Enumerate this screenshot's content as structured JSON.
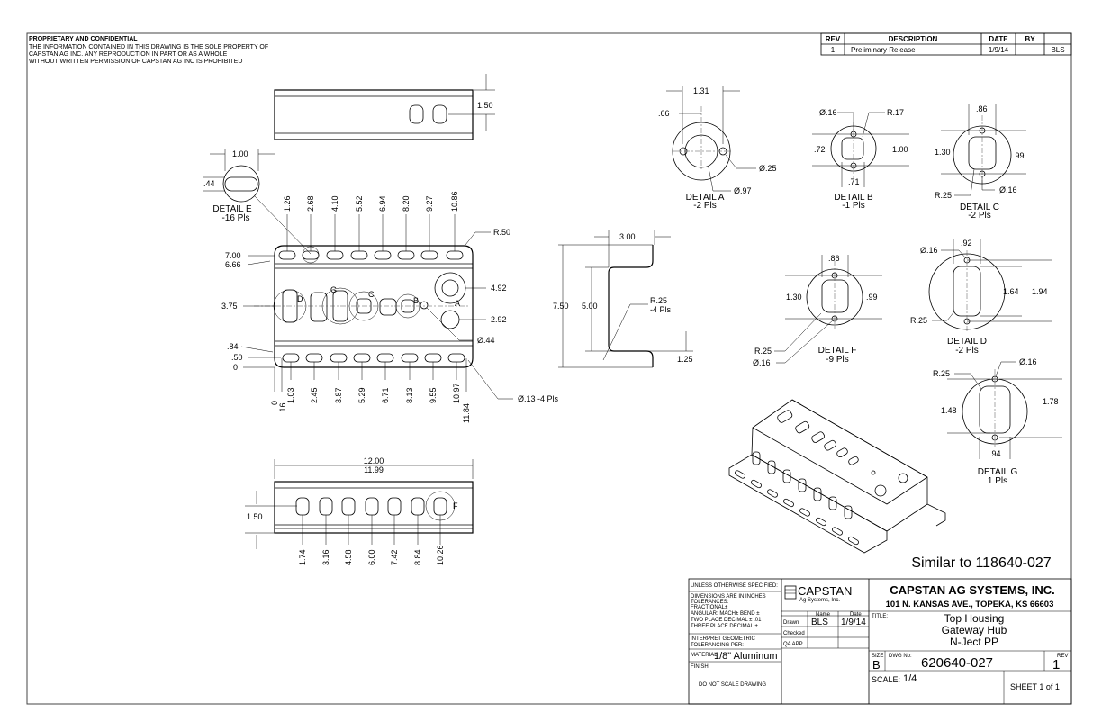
{
  "notice": {
    "heading": "PROPRIETARY AND CONFIDENTIAL",
    "lines": [
      "THE INFORMATION CONTAINED IN THIS DRAWING IS THE SOLE PROPERTY OF",
      "CAPSTAN AG INC. ANY REPRODUCTION IN PART OR AS A WHOLE",
      "WITHOUT WRITTEN PERMISSION OF CAPSTAN AG INC IS PROHIBITED"
    ]
  },
  "revision_table": {
    "headers": [
      "REV",
      "DESCRIPTION",
      "DATE",
      "BY"
    ],
    "rows": [
      [
        "1",
        "Preliminary Release",
        "1/9/14",
        "BLS"
      ]
    ]
  },
  "top_view": {
    "height_dim": "1.50"
  },
  "detail_e": {
    "title": "DETAIL E",
    "count": "-16 Pls",
    "width": "1.00",
    "height": ".44"
  },
  "front_view": {
    "top_positions": [
      "1.26",
      "2.68",
      "4.10",
      "5.52",
      "6.94",
      "8.20",
      "9.27",
      "10.86"
    ],
    "bottom_positions": [
      "1.03",
      "2.45",
      "3.87",
      "5.29",
      "6.71",
      "8.13",
      "9.55",
      "10.97"
    ],
    "edge_positions": [
      "0",
      ".16",
      "11.84"
    ],
    "left_dims": [
      "7.00",
      "6.66",
      "3.75",
      ".84",
      ".50",
      "0"
    ],
    "right_dims": [
      "4.92",
      "2.92"
    ],
    "corner_radius": "R.50",
    "hole_dia": "Ø.44",
    "corner_holes": "Ø.13 -4 Pls",
    "detail_markers": [
      "D",
      "G",
      "C",
      "B",
      "A"
    ]
  },
  "bottom_view": {
    "overall": [
      "12.00",
      "11.99"
    ],
    "height_dim": "1.50",
    "positions": [
      "1.74",
      "3.16",
      "4.58",
      "6.00",
      "7.42",
      "8.84",
      "10.26"
    ],
    "marker": "F"
  },
  "side_view": {
    "width": "3.00",
    "height": "7.50",
    "inner": "5.00",
    "flange": "1.25",
    "radius": "R.25",
    "radius_count": "-4 Pls"
  },
  "detail_a": {
    "title": "DETAIL A",
    "count": "-2 Pls",
    "spacing": "1.31",
    "offset": ".66",
    "hole": "Ø.25",
    "bore": "Ø.97"
  },
  "detail_b": {
    "title": "DETAIL B",
    "count": "-1 Pls",
    "hole": "Ø.16",
    "radius": "R.17",
    "height": ".72",
    "span": "1.00",
    "width": ".71"
  },
  "detail_c": {
    "title": "DETAIL C",
    "count": "-2 Pls",
    "width": ".86",
    "span": "1.30",
    "height": ".99",
    "radius": "R.25",
    "hole": "Ø.16"
  },
  "detail_f": {
    "title": "DETAIL F",
    "count": "-9 Pls",
    "width": ".86",
    "span": "1.30",
    "height": ".99",
    "radius": "R.25",
    "hole": "Ø.16"
  },
  "detail_d": {
    "title": "DETAIL D",
    "count": "-2 Pls",
    "width": ".92",
    "hole": "Ø.16",
    "height": "1.64",
    "span": "1.94",
    "radius": "R.25"
  },
  "detail_g": {
    "title": "DETAIL G",
    "count": "1 Pls",
    "hole": "Ø.16",
    "radius": "R.25",
    "height": "1.48",
    "span": "1.78",
    "width": ".94"
  },
  "similar_note": "Similar to 118640-027",
  "title_block": {
    "tolerances": {
      "l1": "UNLESS OTHERWISE SPECIFIED:",
      "l2": "DIMENSIONS ARE IN INCHES",
      "l3": "TOLERANCES:",
      "l4": "FRACTIONAL±",
      "l5": "ANGULAR: MACH±    BEND ±",
      "l6": "TWO PLACE DECIMAL    ± .01",
      "l7": "THREE PLACE DECIMAL  ±",
      "l8": "INTERPRET GEOMETRIC",
      "l9": "TOLERANCING PER:",
      "material_label": "MATERIAL",
      "material": "1/8\" Aluminum",
      "finish_label": "FINISH",
      "noscale": "DO NOT SCALE DRAWING"
    },
    "logo": {
      "name": "CAPSTAN",
      "sub": "Ag Systems, Inc."
    },
    "signoff": {
      "col_name": "Name",
      "col_date": "Date",
      "rows": [
        {
          "label": "Drawn",
          "name": "BLS",
          "date": "1/9/14"
        },
        {
          "label": "Checked",
          "name": "",
          "date": ""
        },
        {
          "label": "QA APP",
          "name": "",
          "date": ""
        }
      ]
    },
    "company": "CAPSTAN AG SYSTEMS, INC.",
    "address": "101 N. KANSAS AVE., TOPEKA, KS 66603",
    "title_label": "TITLE:",
    "title_lines": [
      "Top Housing",
      "Gateway Hub",
      "N-Ject PP"
    ],
    "size_label": "SIZE",
    "size": "B",
    "dwg_label": "DWG No:",
    "dwg_no": "620640-027",
    "rev_label": "REV",
    "rev": "1",
    "scale_label": "SCALE:",
    "scale": "1/4",
    "sheet": "SHEET 1 of 1"
  }
}
